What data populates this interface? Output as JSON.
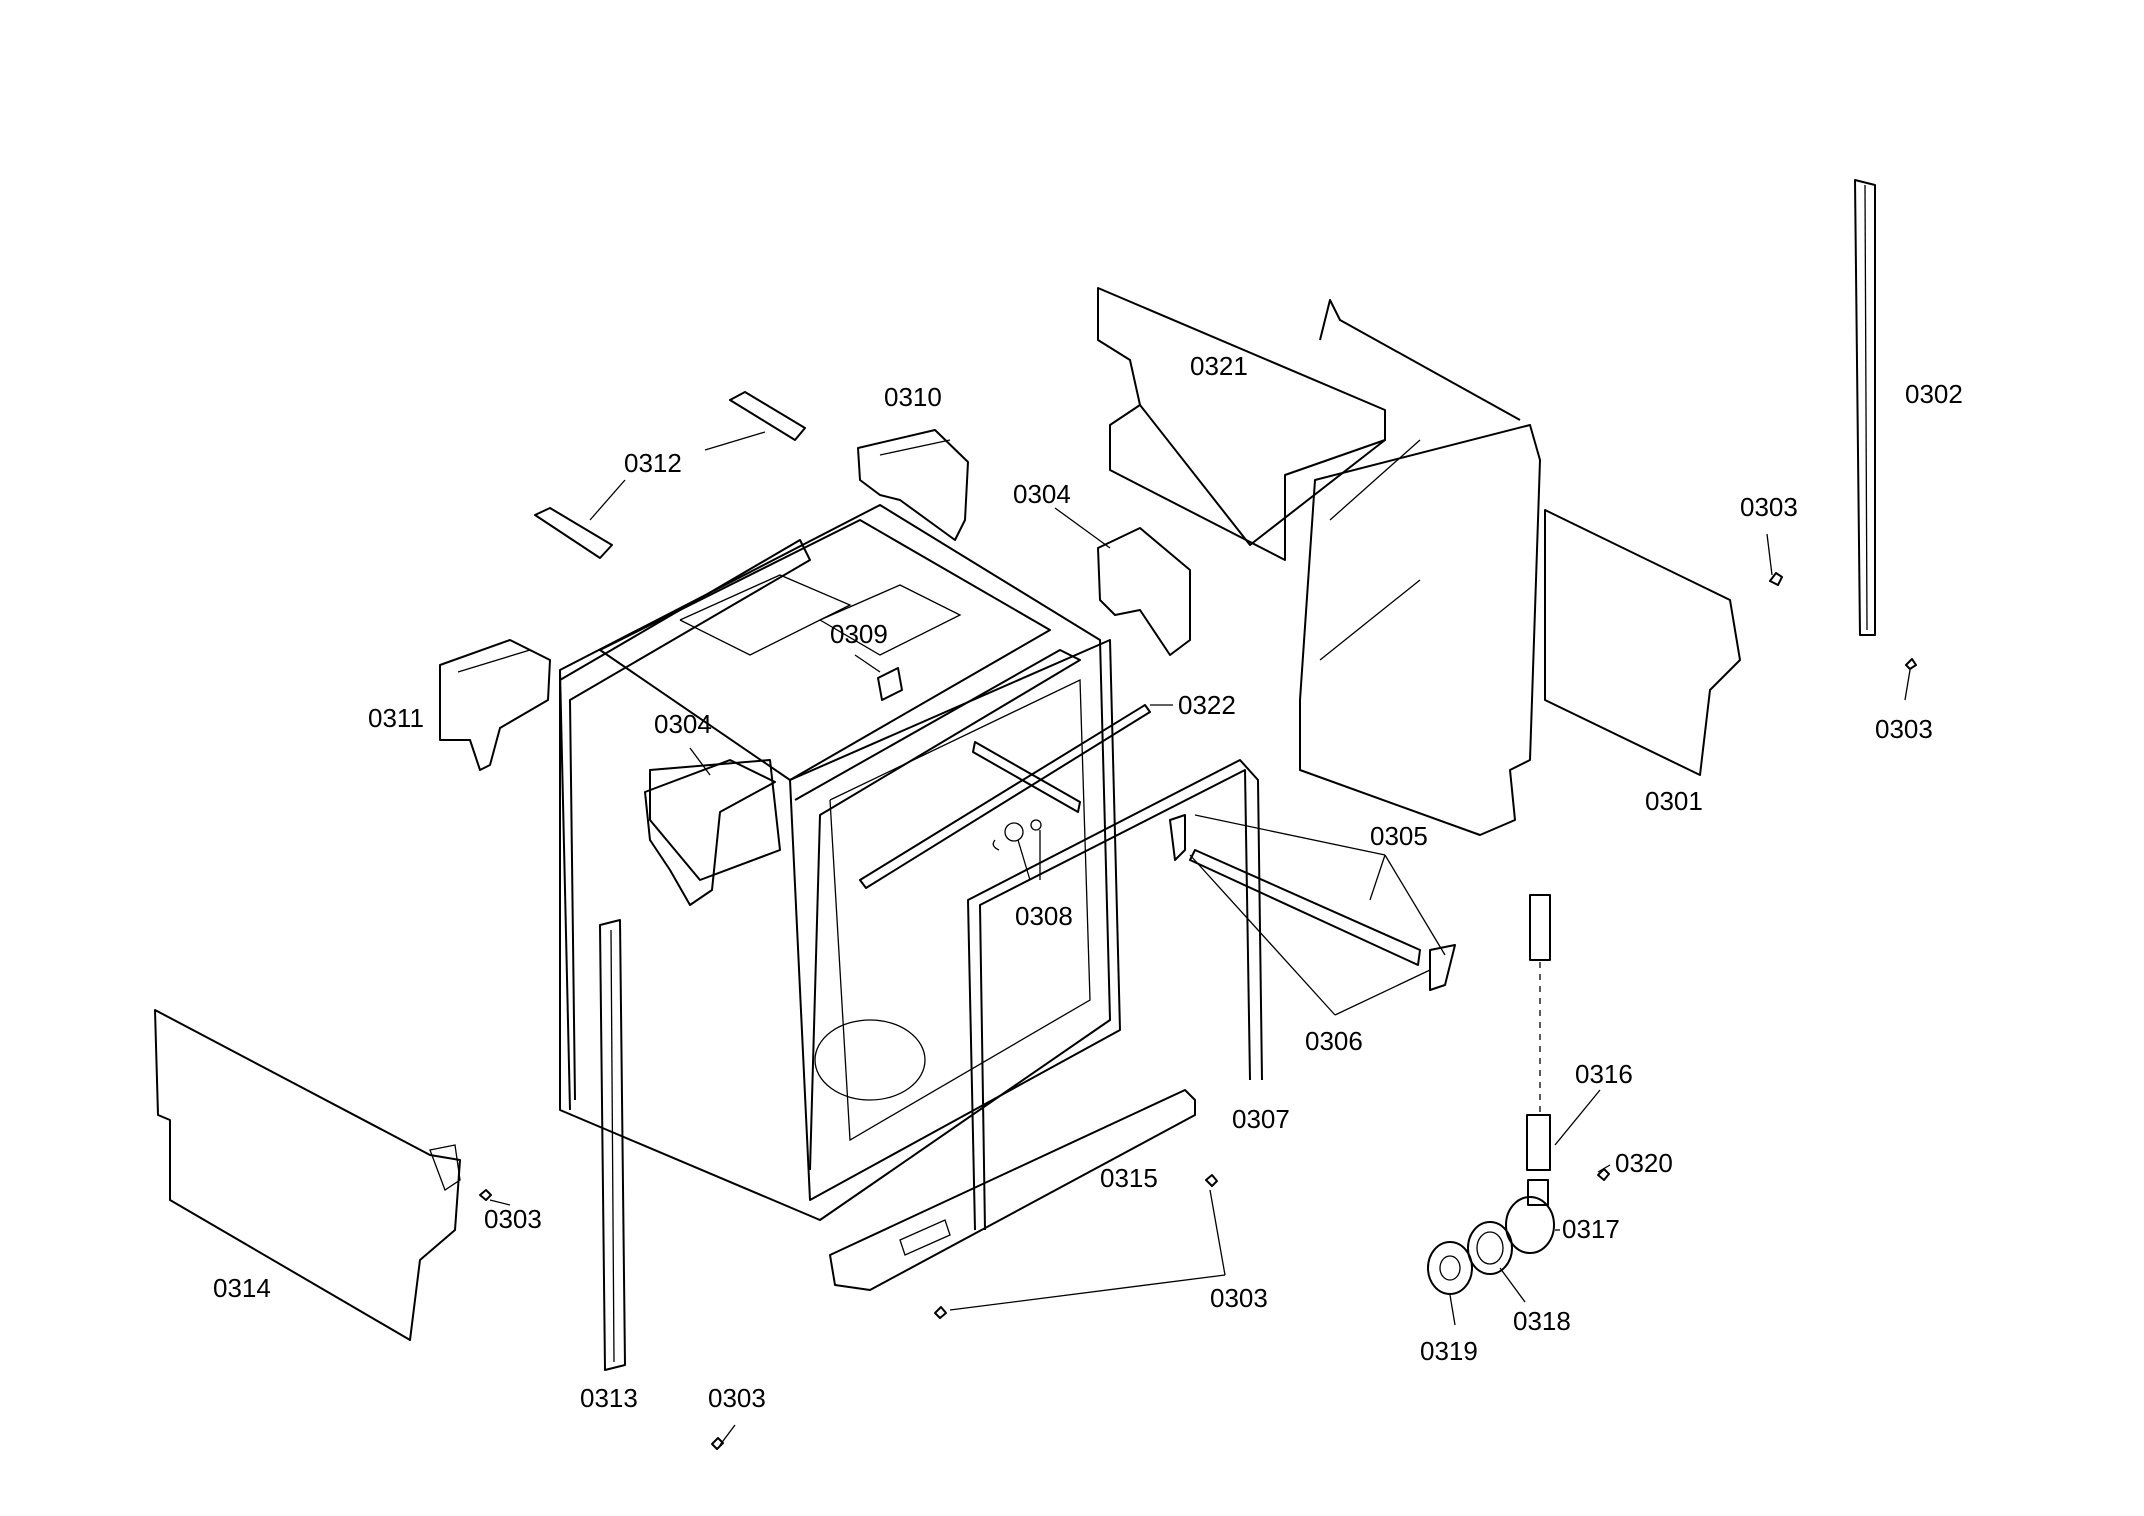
{
  "diagram": {
    "labels": [
      {
        "id": "p0321a",
        "text": "0321"
      },
      {
        "id": "p0302",
        "text": "0302"
      },
      {
        "id": "p0303a",
        "text": "0303"
      },
      {
        "id": "p0303b",
        "text": "0303"
      },
      {
        "id": "p0301",
        "text": "0301"
      },
      {
        "id": "p0310",
        "text": "0310"
      },
      {
        "id": "p0312",
        "text": "0312"
      },
      {
        "id": "p0304a",
        "text": "0304"
      },
      {
        "id": "p0309",
        "text": "0309"
      },
      {
        "id": "p0311",
        "text": "0311"
      },
      {
        "id": "p0304b",
        "text": "0304"
      },
      {
        "id": "p0322",
        "text": "0322"
      },
      {
        "id": "p0305",
        "text": "0305"
      },
      {
        "id": "p0308",
        "text": "0308"
      },
      {
        "id": "p0306",
        "text": "0306"
      },
      {
        "id": "p0307",
        "text": "0307"
      },
      {
        "id": "p0316",
        "text": "0316"
      },
      {
        "id": "p0320",
        "text": "0320"
      },
      {
        "id": "p0317",
        "text": "0317"
      },
      {
        "id": "p0315",
        "text": "0315"
      },
      {
        "id": "p0303c",
        "text": "0303"
      },
      {
        "id": "p0318",
        "text": "0318"
      },
      {
        "id": "p0319",
        "text": "0319"
      },
      {
        "id": "p0303d",
        "text": "0303"
      },
      {
        "id": "p0314",
        "text": "0314"
      },
      {
        "id": "p0313",
        "text": "0313"
      },
      {
        "id": "p0303e",
        "text": "0303"
      }
    ]
  }
}
